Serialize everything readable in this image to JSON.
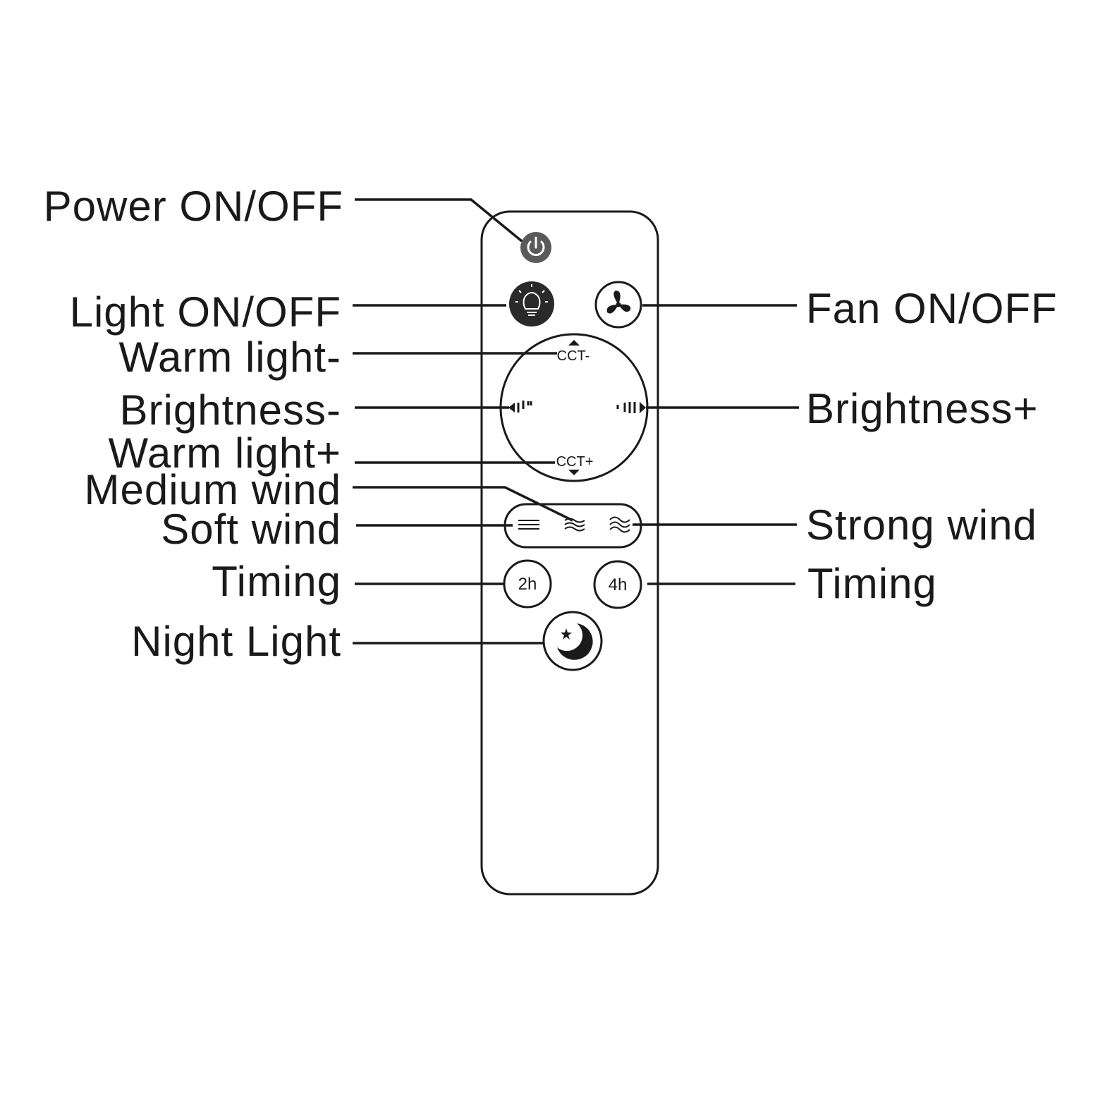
{
  "labels": {
    "power": "Power ON/OFF",
    "light": "Light ON/OFF",
    "fan": "Fan ON/OFF",
    "warm_minus": "Warm light-",
    "bright_minus": "Brightness-",
    "bright_plus": "Brightness+",
    "warm_plus": "Warm light+",
    "medium_wind": "Medium wind",
    "soft_wind": "Soft wind",
    "strong_wind": "Strong wind",
    "timing_left": "Timing",
    "timing_right": "Timing",
    "night_light": "Night Light"
  },
  "buttons": {
    "cct_minus": "CCT-",
    "cct_plus": "CCT+",
    "timer_2h": "2h",
    "timer_4h": "4h"
  },
  "colors": {
    "ink": "#1a1a1a",
    "power_button_fill": "#5a5a5a",
    "light_button_fill": "#2a2a2a"
  },
  "icons": [
    "power-icon",
    "bulb-icon",
    "fan-icon",
    "soft-wind-icon",
    "medium-wind-icon",
    "strong-wind-icon",
    "moon-star-icon"
  ]
}
